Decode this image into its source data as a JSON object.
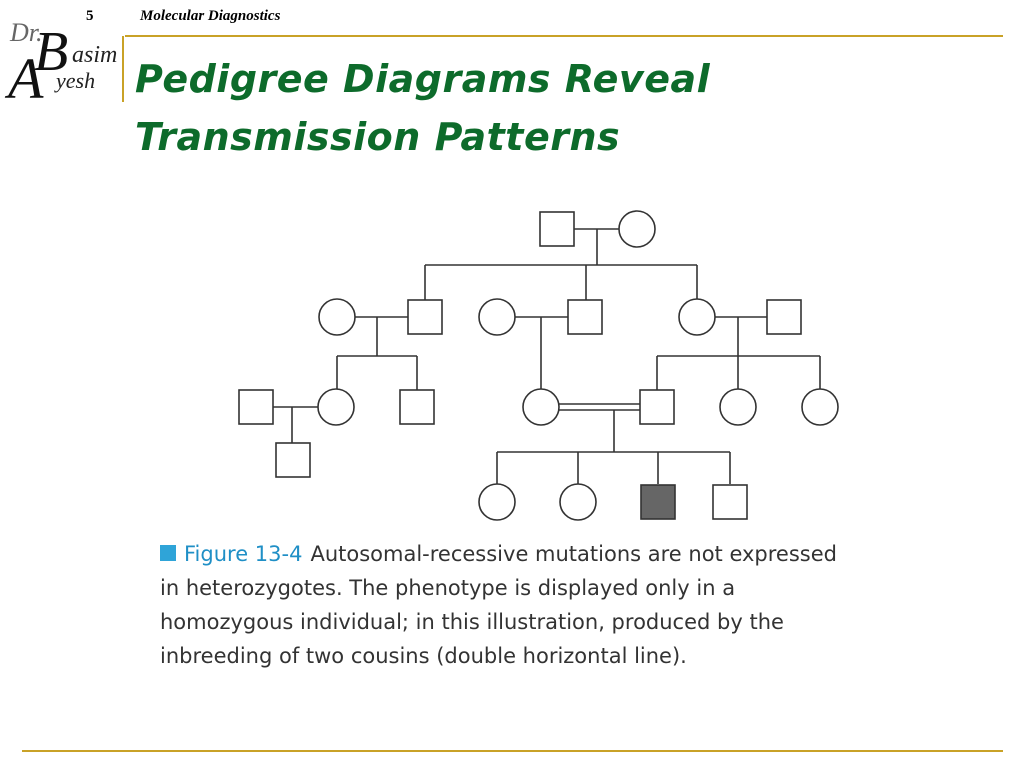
{
  "header": {
    "slide_number": "5",
    "course": "Molecular Diagnostics"
  },
  "logo": {
    "dr": "Dr.",
    "initial_b": "B",
    "asim": "asim",
    "initial_a": "A",
    "yesh": "yesh"
  },
  "title": "Pedigree Diagrams Reveal Transmission Patterns",
  "figure": {
    "label": "Figure 13-4",
    "caption": "Autosomal-recessive mutations are not expressed in heterozygotes. The phenotype is displayed only in a homozygous individual; in this illustration, produced by the inbreeding of two cousins (double horizontal line)."
  },
  "colors": {
    "title_green": "#0d6b2b",
    "rule_gold": "#c9a227",
    "figure_blue": "#1f8fc6",
    "affected_fill": "#666666"
  }
}
